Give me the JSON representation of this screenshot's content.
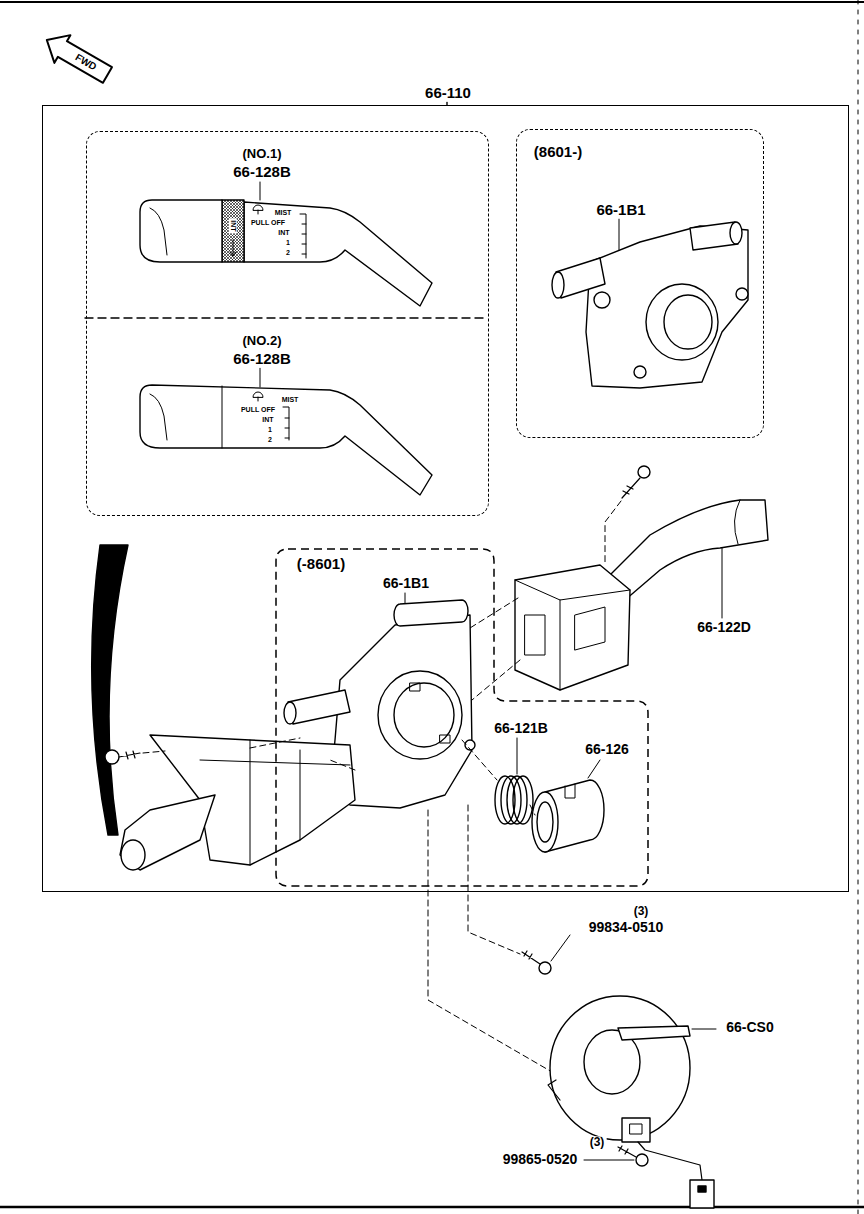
{
  "diagram": {
    "nodes": [
      {
        "text": [
          "66-110"
        ]
      },
      {
        "text": [
          "(NO.1)",
          "66-128B",
          "(NO.2)",
          "66-128B"
        ],
        "in": 0
      },
      {
        "text": [
          "(8601-)",
          "66-1B1"
        ],
        "in": 0
      },
      {
        "text": [
          "(-8601)",
          "66-1B1",
          "66-121B",
          "66-126"
        ],
        "in": 0
      }
    ],
    "labels": [
      "FWD",
      "INT",
      "MIST",
      "PULL OFF",
      "INT",
      "1",
      "2",
      "MIST",
      "PULL OFF",
      "INT",
      "1",
      "2",
      "66-122D",
      "(3)",
      "99834-0510",
      "66-CS0",
      "(3)",
      "99865-0520"
    ]
  }
}
